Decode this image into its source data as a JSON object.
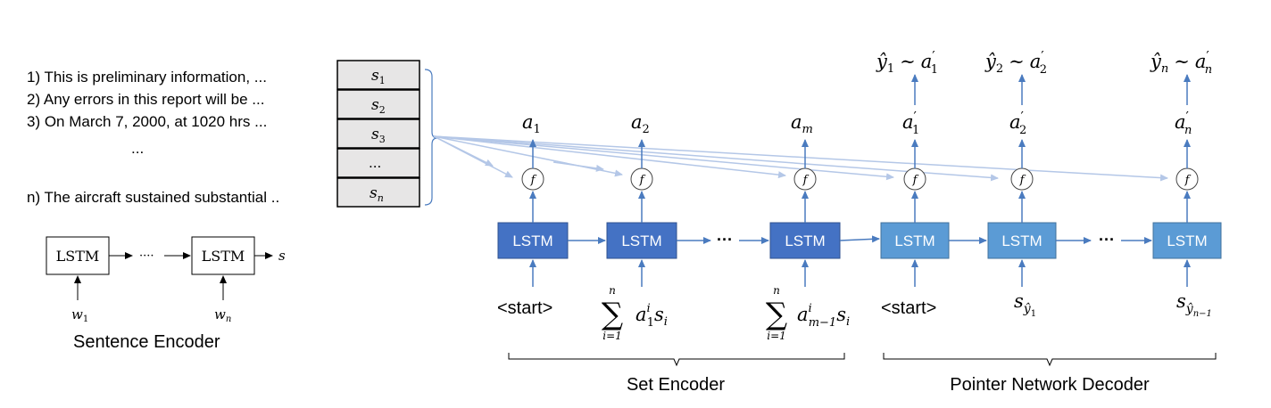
{
  "sentences": {
    "items": [
      "1) This is preliminary information, ...",
      "2) Any errors in this report will be ...",
      "3) On March 7, 2000, at 1020 hrs ...",
      "...",
      "n) The aircraft sustained substantial .."
    ]
  },
  "sentence_encoder": {
    "title": "Sentence Encoder",
    "cell_label": "LSTM",
    "dots": "····",
    "output": "s",
    "inputs": [
      "w",
      "w"
    ],
    "input_subs": [
      "1",
      "n"
    ]
  },
  "sentence_stack": {
    "cells": [
      {
        "base": "s",
        "sub": "1"
      },
      {
        "base": "s",
        "sub": "2"
      },
      {
        "base": "s",
        "sub": "3"
      },
      {
        "base": "...",
        "sub": ""
      },
      {
        "base": "s",
        "sub": "n"
      }
    ]
  },
  "set_encoder": {
    "title": "Set Encoder",
    "cell_label": "LSTM",
    "dots": "···",
    "outputs": [
      {
        "base": "a",
        "sub": "1"
      },
      {
        "base": "a",
        "sub": "2"
      },
      {
        "base": "a",
        "sub": "m"
      }
    ],
    "inputs": {
      "start": "<start>",
      "sum1": {
        "top": "n",
        "bottom": "i=1",
        "body": "a",
        "sup": "i",
        "sub": "1",
        "tail": "s",
        "tail_sub": "i"
      },
      "sum2": {
        "top": "n",
        "bottom": "i=1",
        "body": "a",
        "sup": "i",
        "sub": "m−1",
        "tail": "s",
        "tail_sub": "i"
      }
    }
  },
  "pointer_decoder": {
    "title": "Pointer Network Decoder",
    "cell_label": "LSTM",
    "dots": "···",
    "attn_outputs": [
      {
        "base": "a",
        "prime": "′",
        "sub": "1"
      },
      {
        "base": "a",
        "prime": "′",
        "sub": "2"
      },
      {
        "base": "a",
        "prime": "′",
        "sub": "n"
      }
    ],
    "predictions": [
      {
        "y": "ŷ",
        "ysub": "1",
        "sim": "∼",
        "a": "a",
        "prime": "′",
        "asub": "1"
      },
      {
        "y": "ŷ",
        "ysub": "2",
        "sim": "∼",
        "a": "a",
        "prime": "′",
        "asub": "2"
      },
      {
        "y": "ŷ",
        "ysub": "n",
        "sim": "∼",
        "a": "a",
        "prime": "′",
        "asub": "n"
      }
    ],
    "inputs": {
      "start": "<start>",
      "s1": {
        "base": "s",
        "sub": "ŷ",
        "subsub": "1"
      },
      "sn": {
        "base": "s",
        "sub": "ŷ",
        "subsub": "n−1"
      }
    }
  },
  "attention_fn": "f",
  "colors": {
    "encoder_lstm": "#4472c4",
    "decoder_lstm": "#5b9bd5",
    "arrow": "#4a7bbf",
    "attention_line": "#b4c7e7"
  }
}
